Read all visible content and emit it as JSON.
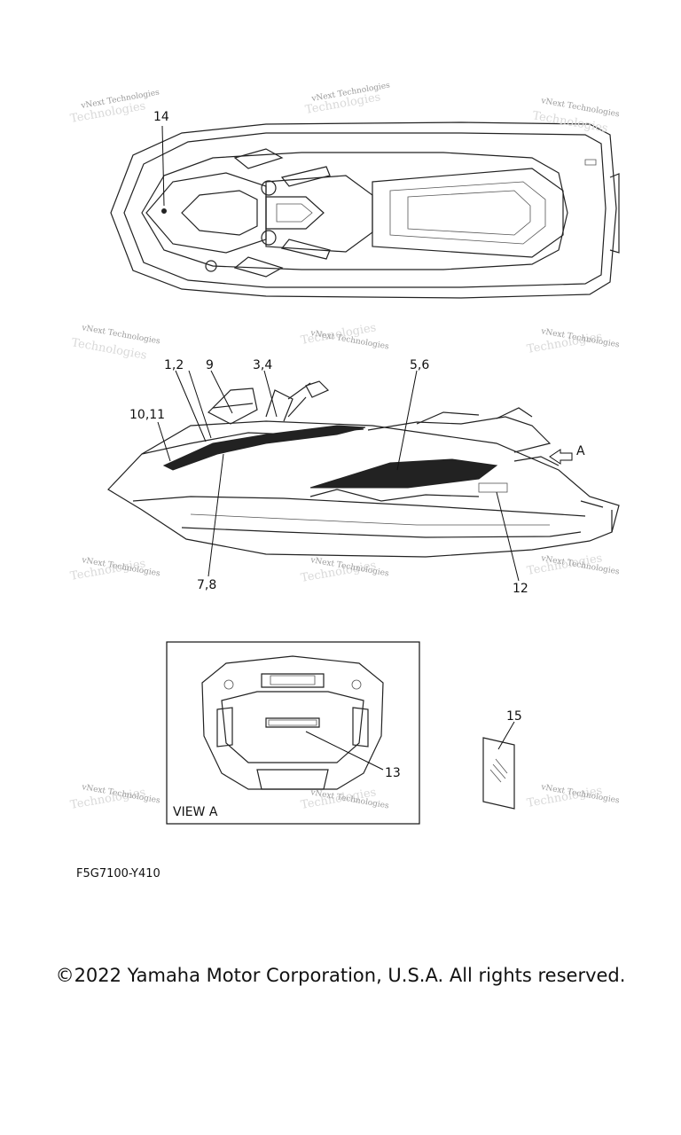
{
  "callouts": {
    "top": [
      "14"
    ],
    "side": [
      "1,2",
      "9",
      "3,4",
      "5,6",
      "10,11",
      "7,8",
      "12"
    ],
    "view_marker": "A",
    "view_a": [
      "13"
    ],
    "loose": [
      "15"
    ]
  },
  "view_a_label": "VIEW A",
  "diagram_code": "F5G7100-Y410",
  "watermark_text": "vNext Technologies",
  "copyright": "©2022 Yamaha Motor Corporation, U.S.A. All rights reserved."
}
